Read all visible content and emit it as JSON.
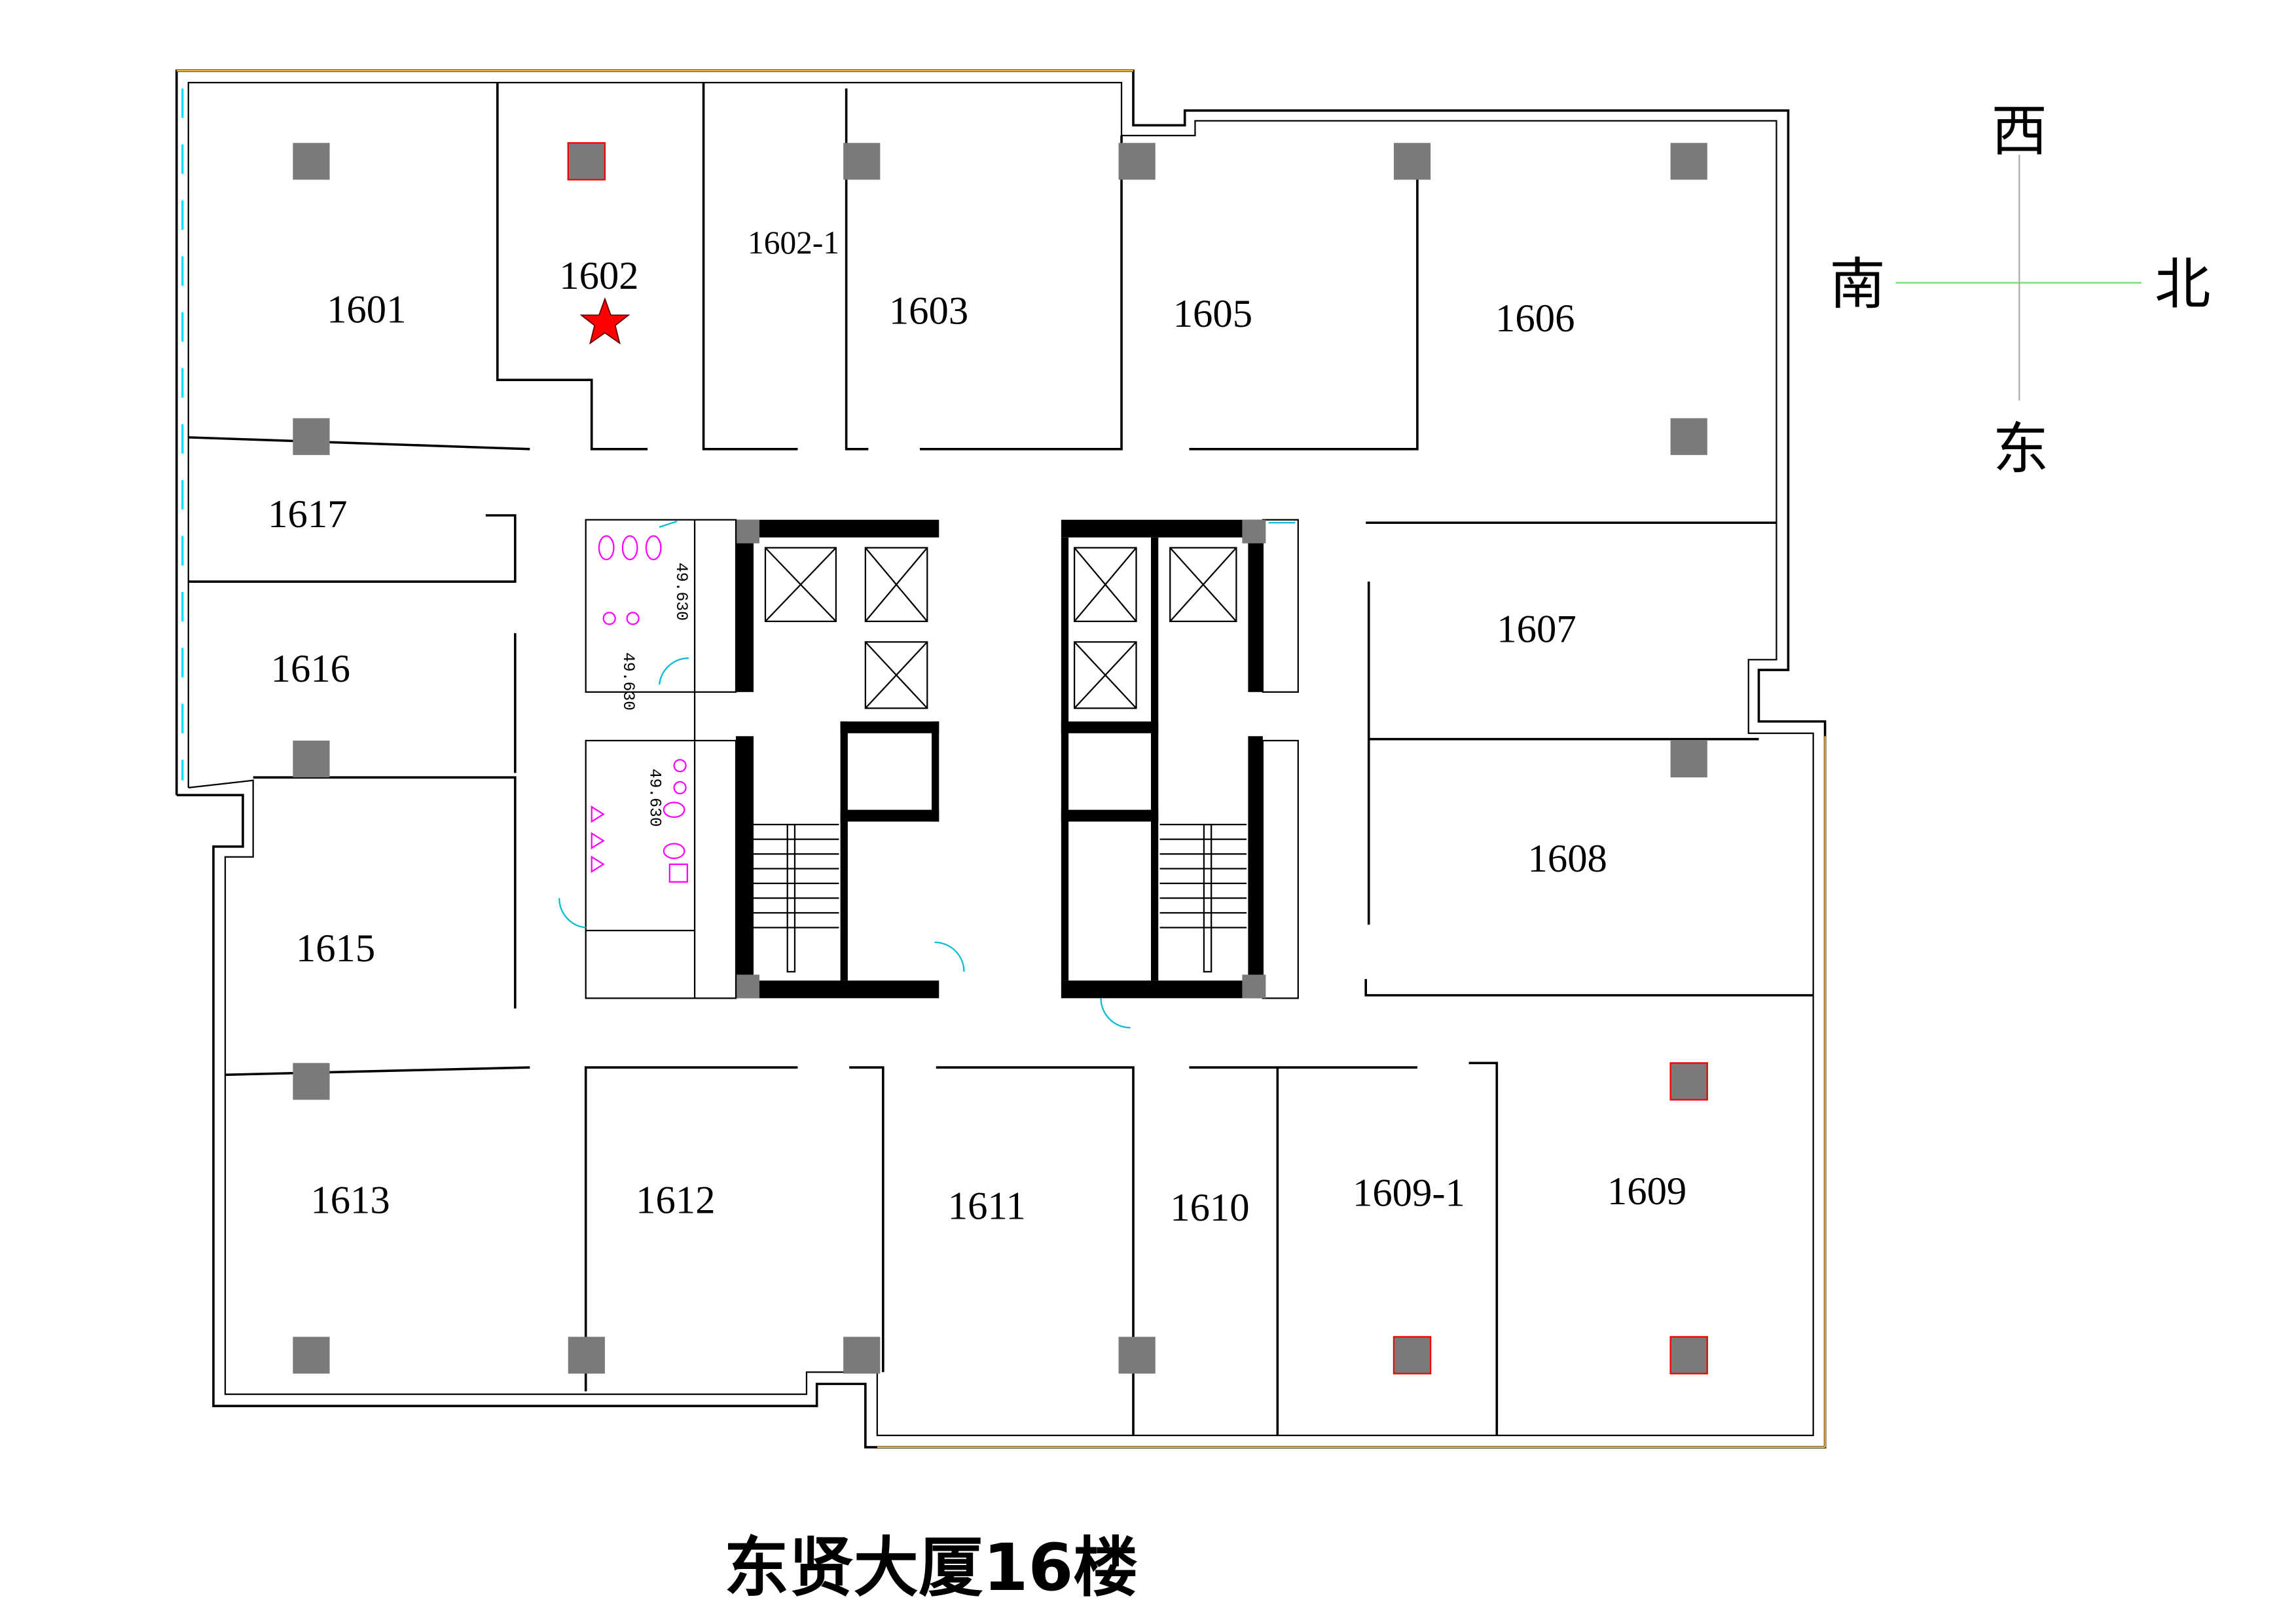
{
  "title": "东贤大厦16楼",
  "compass": {
    "west": "西",
    "south": "南",
    "north": "北",
    "east": "东"
  },
  "rooms": [
    "1601",
    "1602",
    "1602-1",
    "1603",
    "1605",
    "1606",
    "1617",
    "1616",
    "1607",
    "1608",
    "1615",
    "1613",
    "1612",
    "1611",
    "1610",
    "1609-1",
    "1609"
  ],
  "marked_room": "1602",
  "elevation_labels": [
    "49.630",
    "49.630",
    "49.630"
  ],
  "colors": {
    "marker": "#ff0000",
    "column": "#7a7a7a",
    "compass_ns_line": "#7fe07f",
    "door": "#00bcd4",
    "fixture": "#ff00ff",
    "curtain_wall": "#f5c242"
  }
}
